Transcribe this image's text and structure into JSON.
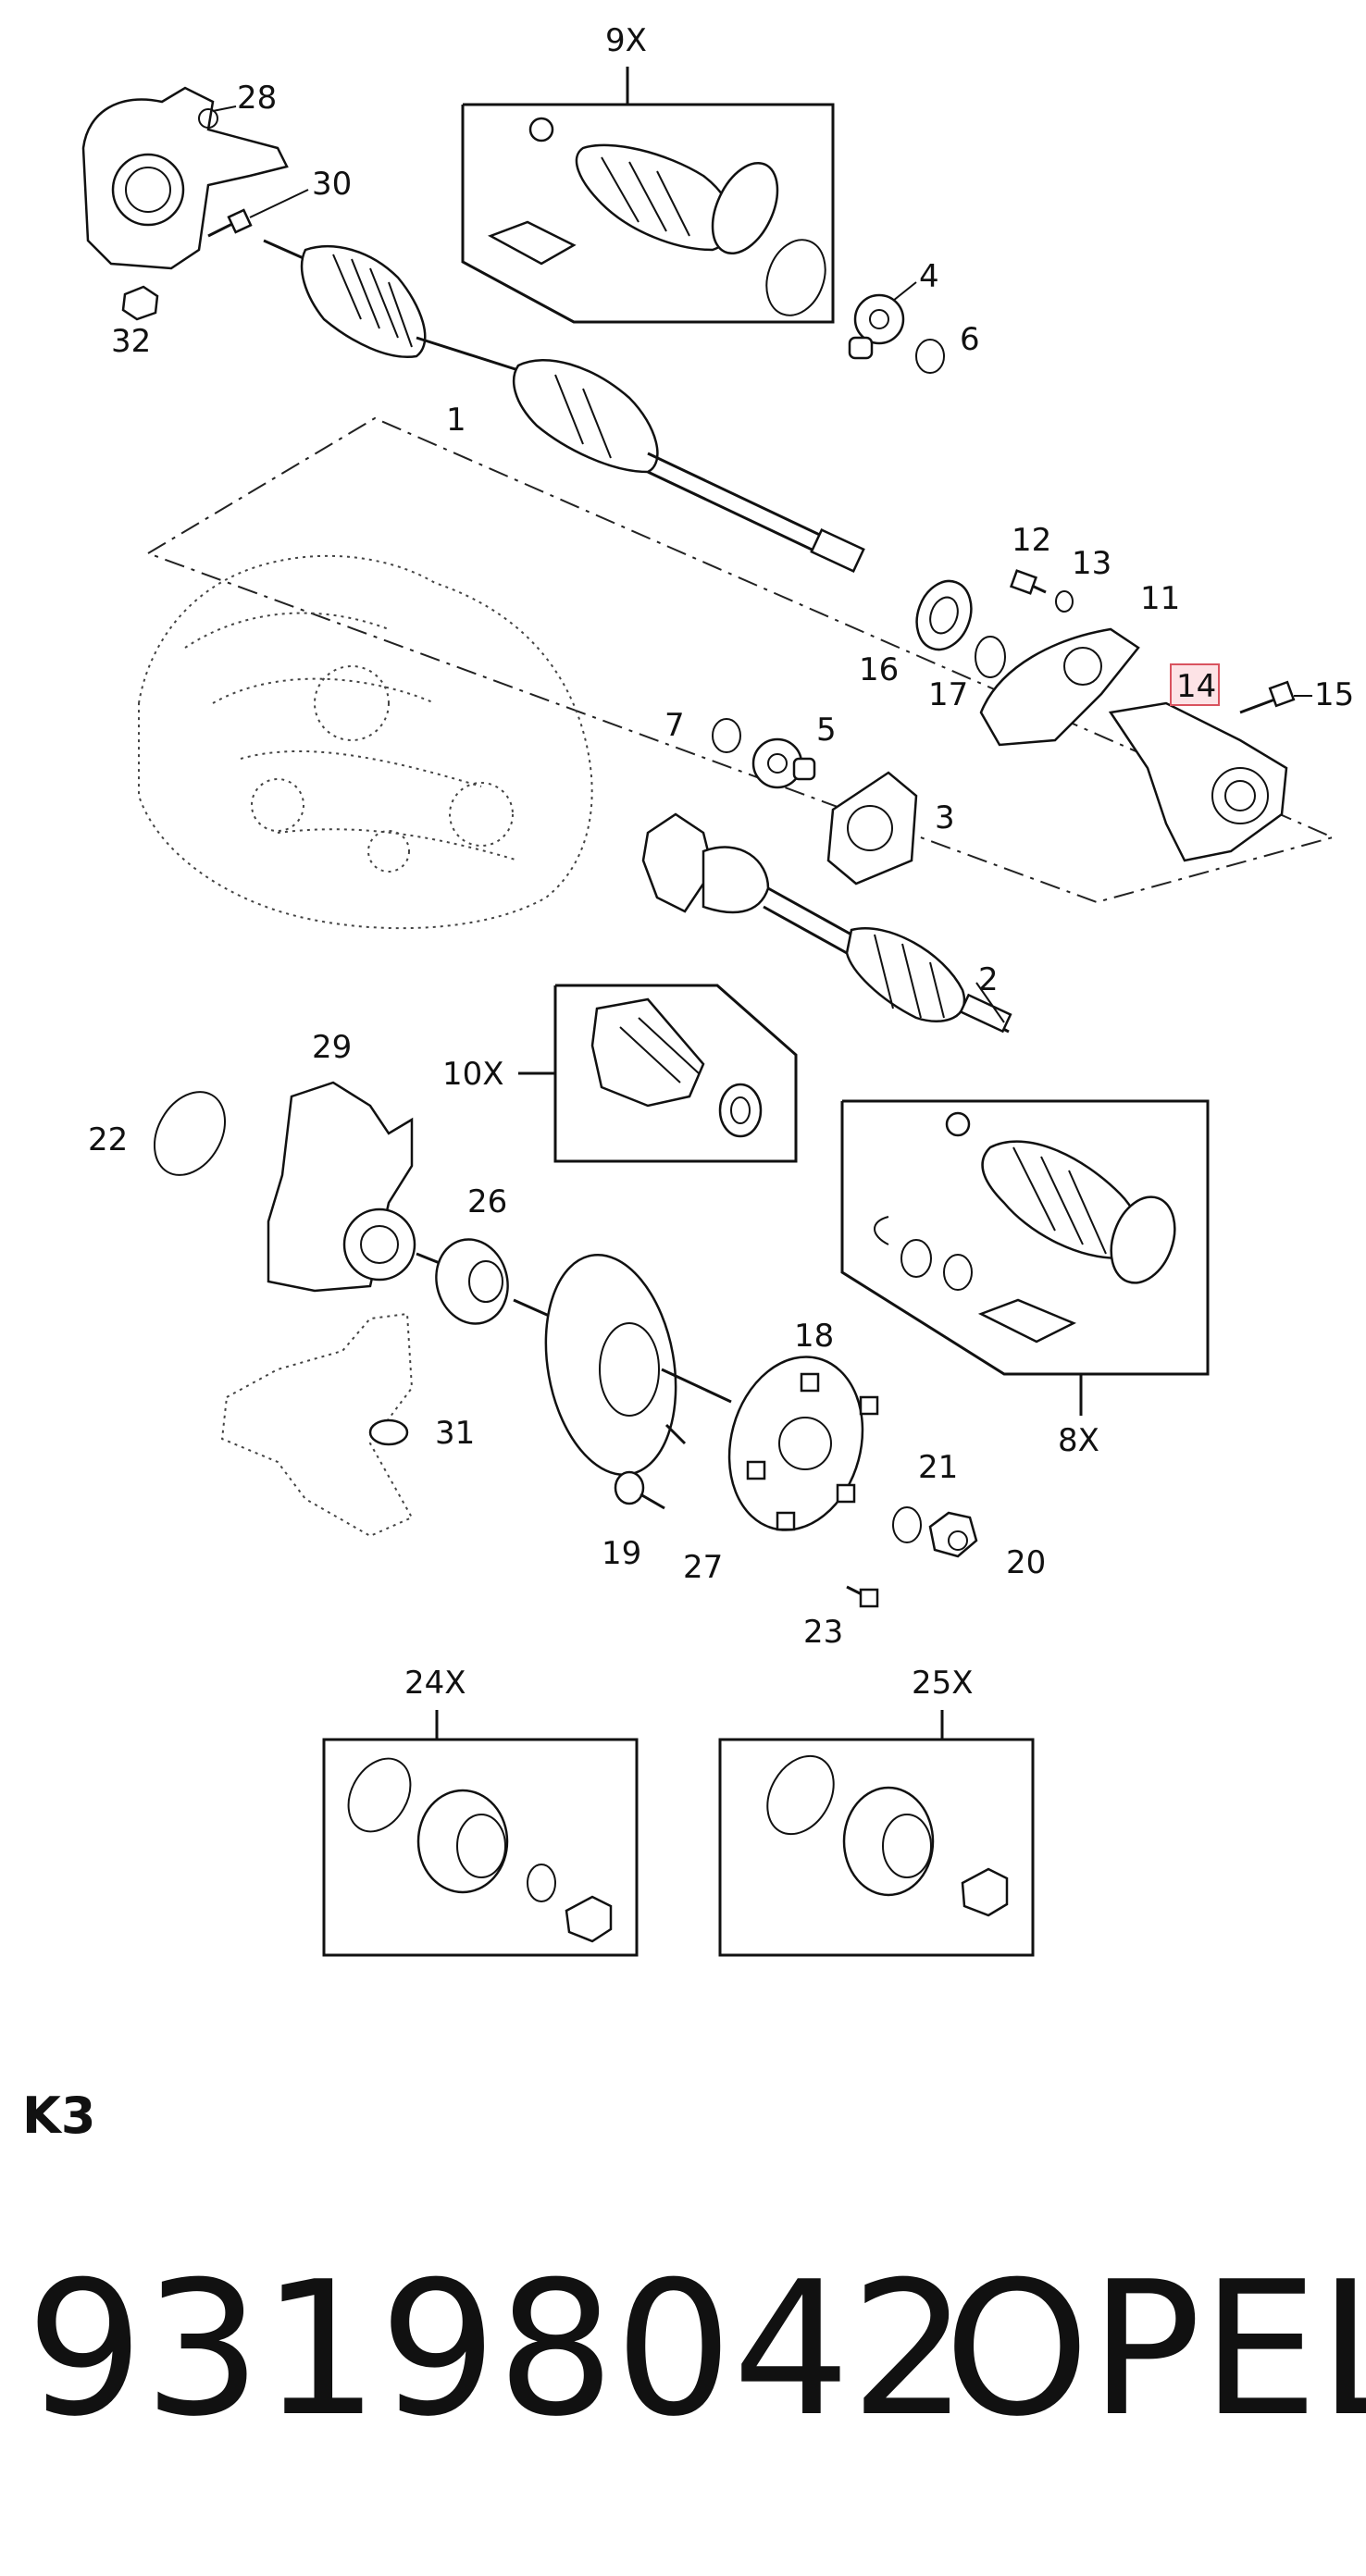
{
  "diagram": {
    "callouts": {
      "c28": "28",
      "c30": "30",
      "c32": "32",
      "c9x": "9X",
      "c4": "4",
      "c6": "6",
      "c1": "1",
      "c12": "12",
      "c13": "13",
      "c11": "11",
      "c16": "16",
      "c17": "17",
      "c14": "14",
      "c15": "15",
      "c7": "7",
      "c5": "5",
      "c3": "3",
      "c2": "2",
      "c29": "29",
      "c10x": "10X",
      "c22": "22",
      "c26": "26",
      "c8x": "8X",
      "c18": "18",
      "c31": "31",
      "c21": "21",
      "c19": "19",
      "c27": "27",
      "c20": "20",
      "c23": "23",
      "c24x": "24X",
      "c25x": "25X"
    },
    "highlighted_callout": "14",
    "highlight_color": "#d9535f"
  },
  "footer": {
    "grid_label": "K3",
    "part_number": "93198042",
    "brand": "OPEL"
  }
}
